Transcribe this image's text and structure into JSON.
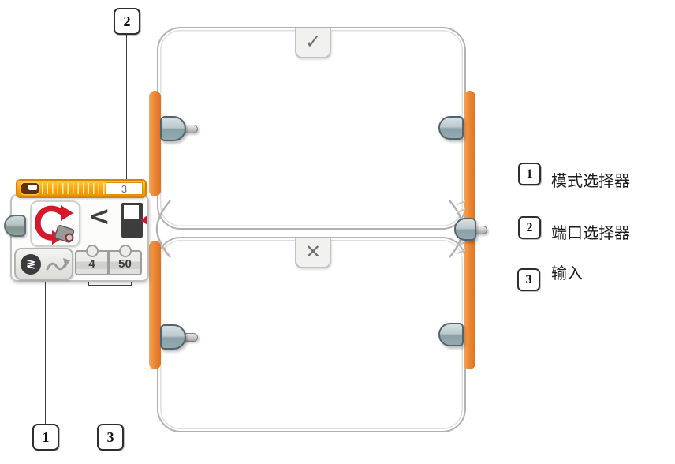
{
  "sensor_block": {
    "port_value": "3",
    "compare_symbol": "<",
    "inputs": [
      {
        "value": "4"
      },
      {
        "value": "50"
      }
    ],
    "mode_selector": {
      "selected_mode_glyph": "≷"
    }
  },
  "switch_block": {
    "true_tab_glyph": "✓",
    "false_tab_glyph": "✕"
  },
  "callouts": {
    "port_selector_num": "2",
    "mode_selector_num": "1",
    "inputs_num": "3"
  },
  "legend": {
    "items": [
      {
        "num": "1",
        "label": "模式选择器"
      },
      {
        "num": "2",
        "label": "端口选择器"
      },
      {
        "num": "3",
        "label": "输入"
      }
    ]
  },
  "icons": {
    "rotation_sensor": "rotation-sensor-icon",
    "brick_port": "brick-port-icon",
    "threshold": "threshold-icon",
    "compare_mode": "compare-mode-icon",
    "measure_mode": "measure-mode-icon"
  },
  "colors": {
    "rail_orange": "#EA8330",
    "header_orange": "#F7A106",
    "arrow_red": "#D41A2A",
    "outline_gray": "#B2B2B2"
  }
}
